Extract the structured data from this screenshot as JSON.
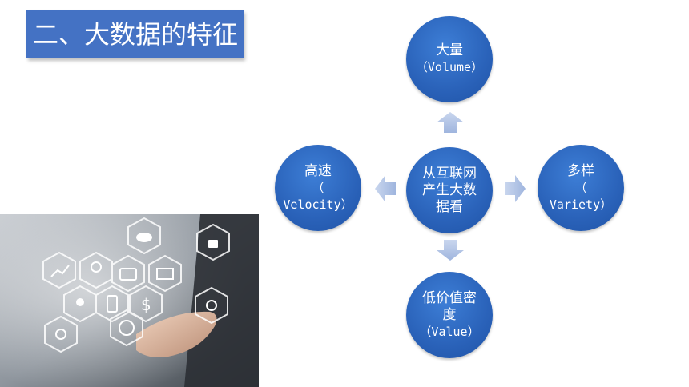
{
  "slide": {
    "title": "二、大数据的特征"
  },
  "diagram": {
    "center": {
      "line1": "从互联网",
      "line2": "产生大数",
      "line3": "据看"
    },
    "top": {
      "name": "大量",
      "sub": "（Volume）"
    },
    "right": {
      "name": "多样",
      "sub1": "（",
      "sub2": "Variety）"
    },
    "left": {
      "name": "高速",
      "sub1": "（",
      "sub2": "Velocity）"
    },
    "bottom": {
      "name1": "低价值密",
      "name2": "度",
      "sub": "（Value）"
    }
  },
  "colors": {
    "title_bg": "#4472c4",
    "circle_fill": "#2a62b9",
    "arrow_fill": "#b4c7e7"
  },
  "icons": [
    "cloud-icon",
    "lock-icon",
    "chart-icon",
    "lightbulb-icon",
    "camera-icon",
    "mail-icon",
    "users-icon",
    "phone-icon",
    "dollar-icon",
    "gears-icon",
    "globe-icon",
    "network-icon"
  ]
}
